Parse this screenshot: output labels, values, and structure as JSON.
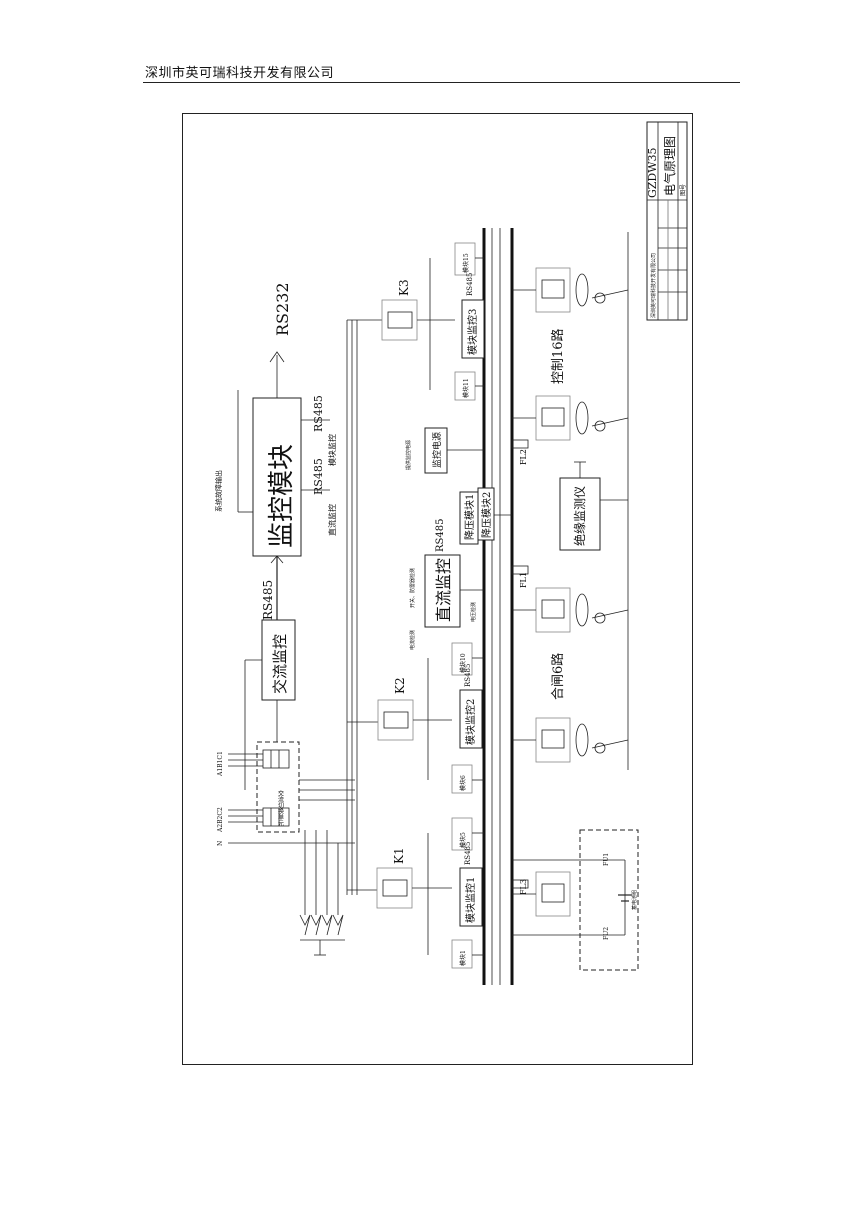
{
  "header": {
    "company": "深圳市英可瑞科技开发有限公司"
  },
  "title_block": {
    "drawing_no": "GZDW35",
    "drawing_name": "电气原理图",
    "company": "深圳英可瑞科技开发有限公司",
    "sheet_label": "图号"
  },
  "top": {
    "monitor_module": "监控模块",
    "rs232": "RS232",
    "rs485_in": "RS485",
    "rs485_dc": "RS485",
    "dc_monitor_label": "直流监控",
    "rs485_mod": "RS485",
    "module_monitor_label": "模块监控",
    "fault_output": "系统故障输出"
  },
  "ac": {
    "ac_monitor": "交流监控",
    "input1": "A1B1C1",
    "input2": "A2B2C2",
    "n_label": "N",
    "switch_unit": "交流切换单元"
  },
  "dc": {
    "dc_monitor": "直流监控",
    "rs485": "RS485",
    "current_detect": "电流检测",
    "switch_detect": "开关、防雷器检测",
    "voltage_detect": "电压检测",
    "step_down1": "降压模块1",
    "step_down2": "降压模块2",
    "monitor_power": "监控电源",
    "power_protect": "提供监控电源",
    "insulation": "绝缘监测仪"
  },
  "groups": [
    {
      "id": "K1",
      "label": "K1",
      "monitor": "模块监控1",
      "rs485": "RS485",
      "mod_a": "模块1",
      "mod_b": "模块5"
    },
    {
      "id": "K2",
      "label": "K2",
      "monitor": "模块监控2",
      "rs485": "RS485",
      "mod_a": "模块6",
      "mod_b": "模块10"
    },
    {
      "id": "K3",
      "label": "K3",
      "monitor": "模块监控3",
      "rs485": "RS485",
      "mod_a": "模块11",
      "mod_b": "模块15"
    }
  ],
  "fuses": {
    "fl1": "FL1",
    "fl2": "FL2",
    "fl3": "FL3"
  },
  "outputs": {
    "closing": "合闸6路",
    "control": "控制16路"
  },
  "battery": {
    "label": "蓄电池组",
    "pos": "FU1",
    "neg": "FU2"
  }
}
